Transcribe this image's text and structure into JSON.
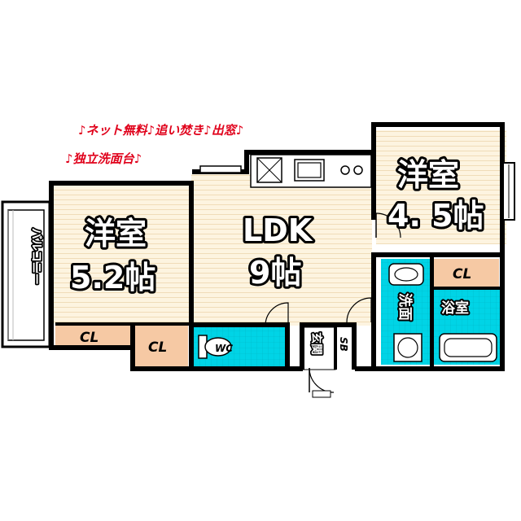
{
  "promo": {
    "line1": "♪ネット無料♪追い焚き♪出窓♪",
    "line2": "♪独立洗面台♪"
  },
  "rooms": {
    "western_left": {
      "name": "洋室",
      "size": "5.2帖"
    },
    "ldk": {
      "name": "LDK",
      "size": "9帖"
    },
    "western_right": {
      "name": "洋室",
      "size": "4. 5帖"
    },
    "balcony": "バルコニー",
    "washroom": "洗面",
    "bath": "浴室",
    "entrance": "玄関",
    "wc": "WC",
    "shoe_box": "SB"
  },
  "closets": {
    "left": "CL",
    "middle": "CL",
    "right": "CL"
  },
  "colors": {
    "promo_text": "#e0001a",
    "room_floor": "#fdf4e0",
    "closet_fill": "#f6c9a4",
    "wet_area_fill": "#00d4e6",
    "wall": "#000000"
  }
}
